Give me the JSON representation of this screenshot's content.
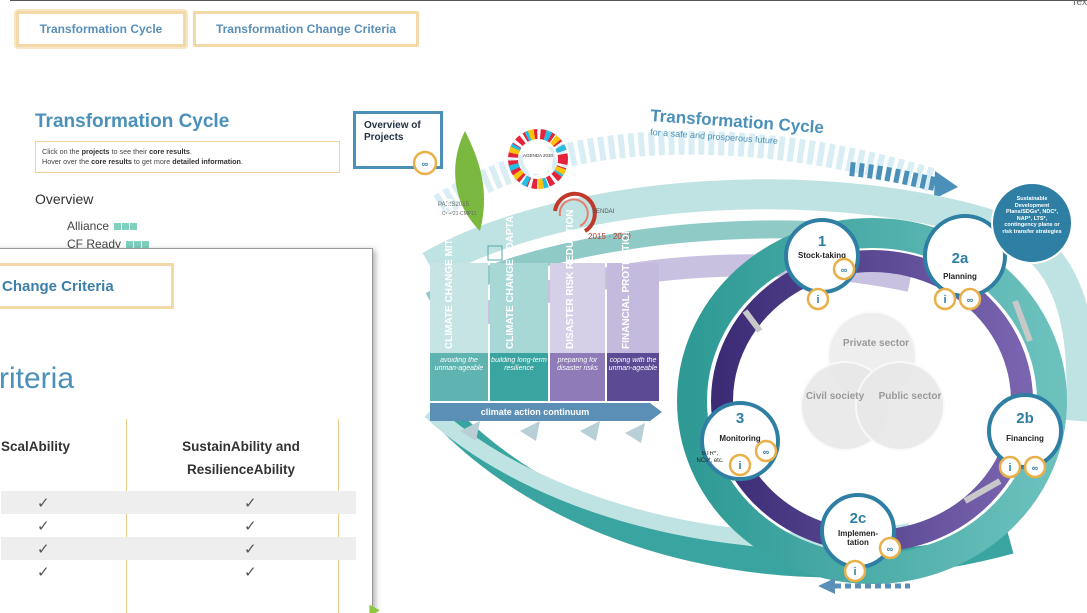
{
  "window": {
    "corner_text": "Tex"
  },
  "tabs": [
    {
      "label": "Transformation Cycle",
      "active": true
    },
    {
      "label": "Transformation Change Criteria",
      "active": false
    }
  ],
  "cycle_page": {
    "title": "Transformation Cycle",
    "instruction_1_pre": "Click on the ",
    "instruction_1_projects": "projects",
    "instruction_1_mid": " to see their ",
    "instruction_1_results": "core results",
    "instruction_2_pre": "Hover over the ",
    "instruction_2_results": "core results",
    "instruction_2_mid": " to get more ",
    "instruction_2_detail": "detailed information",
    "overview_title": "Overview",
    "overview_items": [
      "Alliance",
      "CF Ready"
    ],
    "projects_box": "Overview of Projects"
  },
  "diagram": {
    "heading": "Transformation Cycle",
    "subheading": "for a safe and prosperous future",
    "logos": {
      "paris": "PARIS2015",
      "paris_sub": "COP21·CMP11",
      "agenda": "AGENDA 2030",
      "sendai": "SENDAI",
      "sendai_years": "2015 · 2030"
    },
    "pillars": [
      {
        "title": "CLIMATE CHANGE MITIGATION",
        "sub": "avoiding the unman-ageable",
        "color": "#5fb3b0"
      },
      {
        "title": "CLIMATE CHANGE ADAPTATION",
        "sub": "building long-term resilience",
        "color": "#3aa5a0"
      },
      {
        "title": "DISASTER RISK REDUCTION",
        "sub": "preparing for disaster risks",
        "color": "#8f7bb8"
      },
      {
        "title": "FINANCIAL PROTECTION",
        "sub": "coping with the unman-ageable",
        "color": "#5c4a94"
      }
    ],
    "continuum": "climate action continuum",
    "center_sectors": {
      "private": "Private sector",
      "civil": "Civil society",
      "public": "Public sector"
    },
    "stages": {
      "s1": {
        "num": "1",
        "label": "Stock-taking"
      },
      "s2a": {
        "num": "2a",
        "label": "Planning"
      },
      "s2b": {
        "num": "2b",
        "label": "Financing"
      },
      "s2c": {
        "num": "2c",
        "label": "Implemen-tation"
      },
      "s3": {
        "num": "3",
        "label": "Monitoring",
        "note": "BTR*, NCs*, etc."
      }
    },
    "planning_note": "Sustainable Development Plans/SDGs*, NDC*, NAP*, LTS*, contingency plans or risk transfer strategies",
    "colors": {
      "teal": "#2f9a95",
      "purple": "#4b3a86",
      "accent": "#e9b04a",
      "blue": "#4a90b8"
    }
  },
  "criteria_panel": {
    "tab": "Change Criteria",
    "title": "riteria",
    "col1": "ScalAbility",
    "col2_line1": "SustainAbility and",
    "col2_line2": "ResilienceAbility",
    "check": "✓"
  }
}
